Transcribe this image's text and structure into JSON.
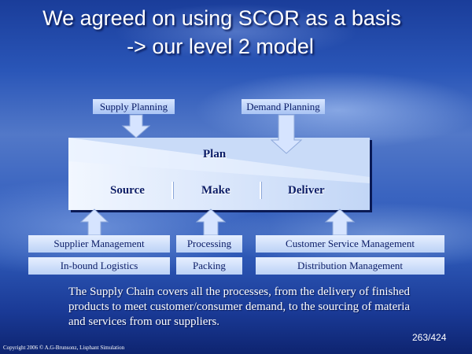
{
  "title": {
    "line1": "We agreed on using SCOR as a basis",
    "line2": "-> our level 2 model"
  },
  "top_inputs": {
    "supply_planning": "Supply Planning",
    "demand_planning": "Demand Planning"
  },
  "process": {
    "plan": "Plan",
    "source": "Source",
    "make": "Make",
    "deliver": "Deliver"
  },
  "bottom_boxes": {
    "supplier_management": "Supplier Management",
    "inbound_logistics": "In-bound Logistics",
    "processing": "Processing",
    "packing": "Packing",
    "customer_service_management": "Customer Service Management",
    "distribution_management": "Distribution Management"
  },
  "body": {
    "line1": "The Supply Chain covers all the processes, from the delivery of finished",
    "line2": "products to meet customer/consumer demand, to the sourcing of materia",
    "line3": "and services from our suppliers."
  },
  "page_number": "263/424",
  "copyright": "Copyright 2006 © A.G-Brunsonz, Lisphant Simulation",
  "colors": {
    "background_top": "#1a3d9a",
    "box_text": "#0b1c66",
    "box_fill": "#dbe7fb"
  }
}
